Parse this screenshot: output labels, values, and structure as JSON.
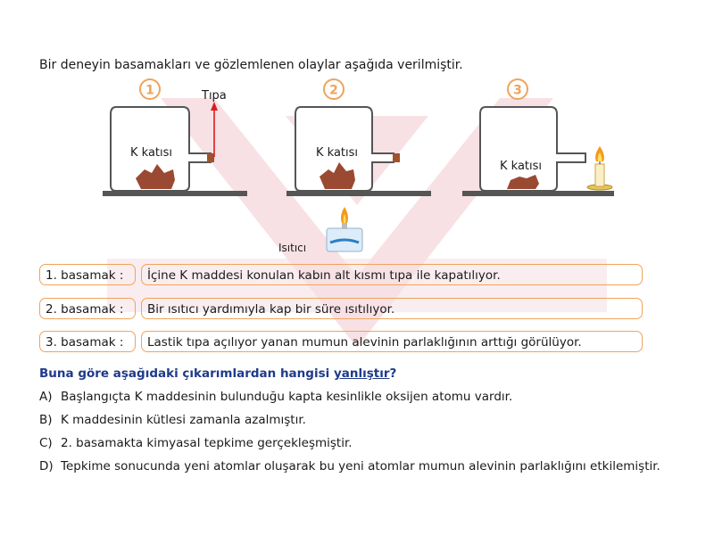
{
  "intro": "Bir deneyin basamakları ve gözlemlenen olaylar aşağıda verilmiştir.",
  "diagram": {
    "step_numbers": [
      "1",
      "2",
      "3"
    ],
    "tipa_label": "Tıpa",
    "solid_label": "K katısı",
    "heater_label": "Isıtıcı"
  },
  "steps": [
    {
      "label": "1. basamak :",
      "text": "İçine K maddesi konulan kabın alt kısmı tıpa ile kapatılıyor."
    },
    {
      "label": "2. basamak :",
      "text": "Bir ısıtıcı yardımıyla kap bir süre ısıtılıyor."
    },
    {
      "label": "3. basamak :",
      "text": "Lastik tıpa açılıyor yanan mumun alevinin parlaklığının arttığı görülüyor."
    }
  ],
  "question": {
    "prefix": "Buna göre aşağıdaki çıkarımlardan hangisi ",
    "emphasis": "yanlıştır",
    "suffix": "?"
  },
  "options": [
    {
      "letter": "A)",
      "text": "Başlangıçta K maddesinin bulunduğu kapta kesinlikle oksijen atomu vardır."
    },
    {
      "letter": "B)",
      "text": "K maddesinin kütlesi zamanla azalmıştır."
    },
    {
      "letter": "C)",
      "text": "2. basamakta kimyasal tepkime gerçekleşmiştir."
    },
    {
      "letter": "D)",
      "text": "Tepkime sonucunda yeni atomlar oluşarak bu yeni atomlar mumun alevinin parlaklığını etkilemiştir."
    }
  ],
  "colors": {
    "number_circle": "#f0a35a",
    "box_border": "#f0a35a",
    "question_color": "#1f3a8a",
    "solid": "#9a4a32",
    "stopper": "#a0522d",
    "arrow": "#d62020"
  }
}
